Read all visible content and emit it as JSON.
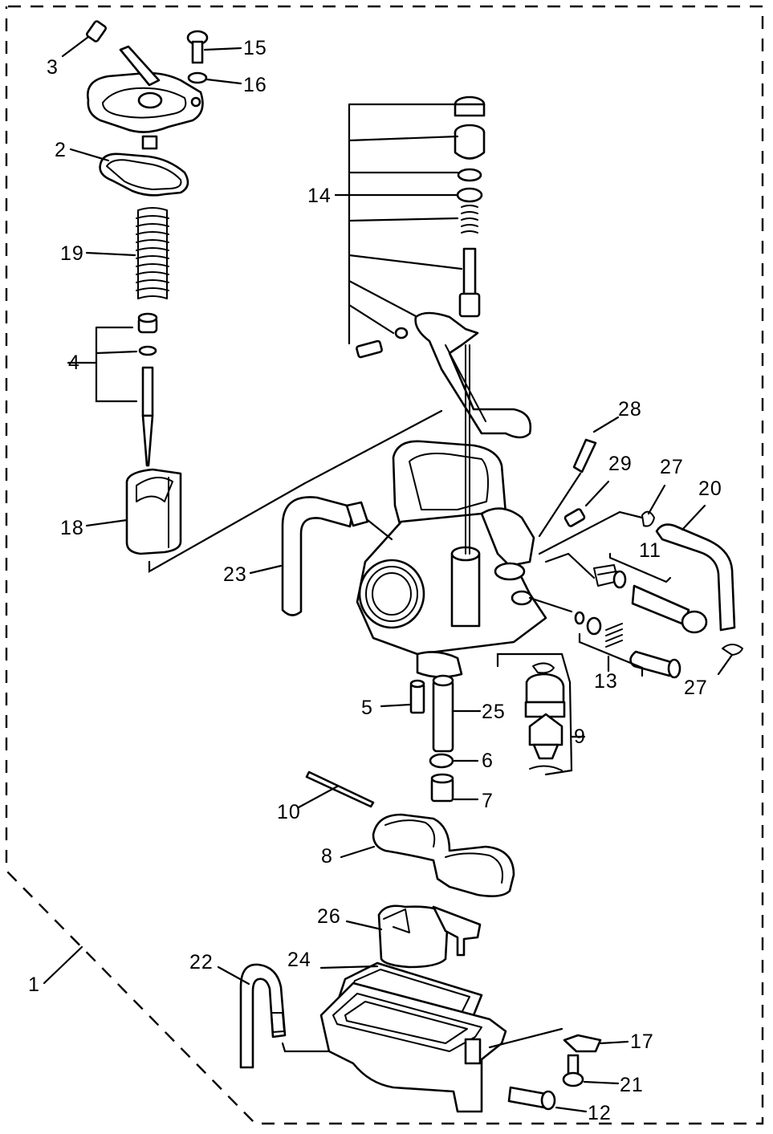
{
  "diagram": {
    "type": "exploded-parts-view",
    "callouts": [
      {
        "id": "p1",
        "text": "1"
      },
      {
        "id": "p2",
        "text": "2"
      },
      {
        "id": "p3",
        "text": "3"
      },
      {
        "id": "p4",
        "text": "4"
      },
      {
        "id": "p5",
        "text": "5"
      },
      {
        "id": "p6",
        "text": "6"
      },
      {
        "id": "p7",
        "text": "7"
      },
      {
        "id": "p8",
        "text": "8"
      },
      {
        "id": "p9",
        "text": "9"
      },
      {
        "id": "p10",
        "text": "10"
      },
      {
        "id": "p11",
        "text": "11"
      },
      {
        "id": "p12",
        "text": "12"
      },
      {
        "id": "p13",
        "text": "13"
      },
      {
        "id": "p14",
        "text": "14"
      },
      {
        "id": "p15",
        "text": "15"
      },
      {
        "id": "p16",
        "text": "16"
      },
      {
        "id": "p17",
        "text": "17"
      },
      {
        "id": "p18",
        "text": "18"
      },
      {
        "id": "p19",
        "text": "19"
      },
      {
        "id": "p20",
        "text": "20"
      },
      {
        "id": "p21",
        "text": "21"
      },
      {
        "id": "p22",
        "text": "22"
      },
      {
        "id": "p23",
        "text": "23"
      },
      {
        "id": "p24",
        "text": "24"
      },
      {
        "id": "p25",
        "text": "25"
      },
      {
        "id": "p26",
        "text": "26"
      },
      {
        "id": "p27a",
        "text": "27"
      },
      {
        "id": "p27b",
        "text": "27"
      },
      {
        "id": "p28",
        "text": "28"
      },
      {
        "id": "p29",
        "text": "29"
      }
    ]
  }
}
